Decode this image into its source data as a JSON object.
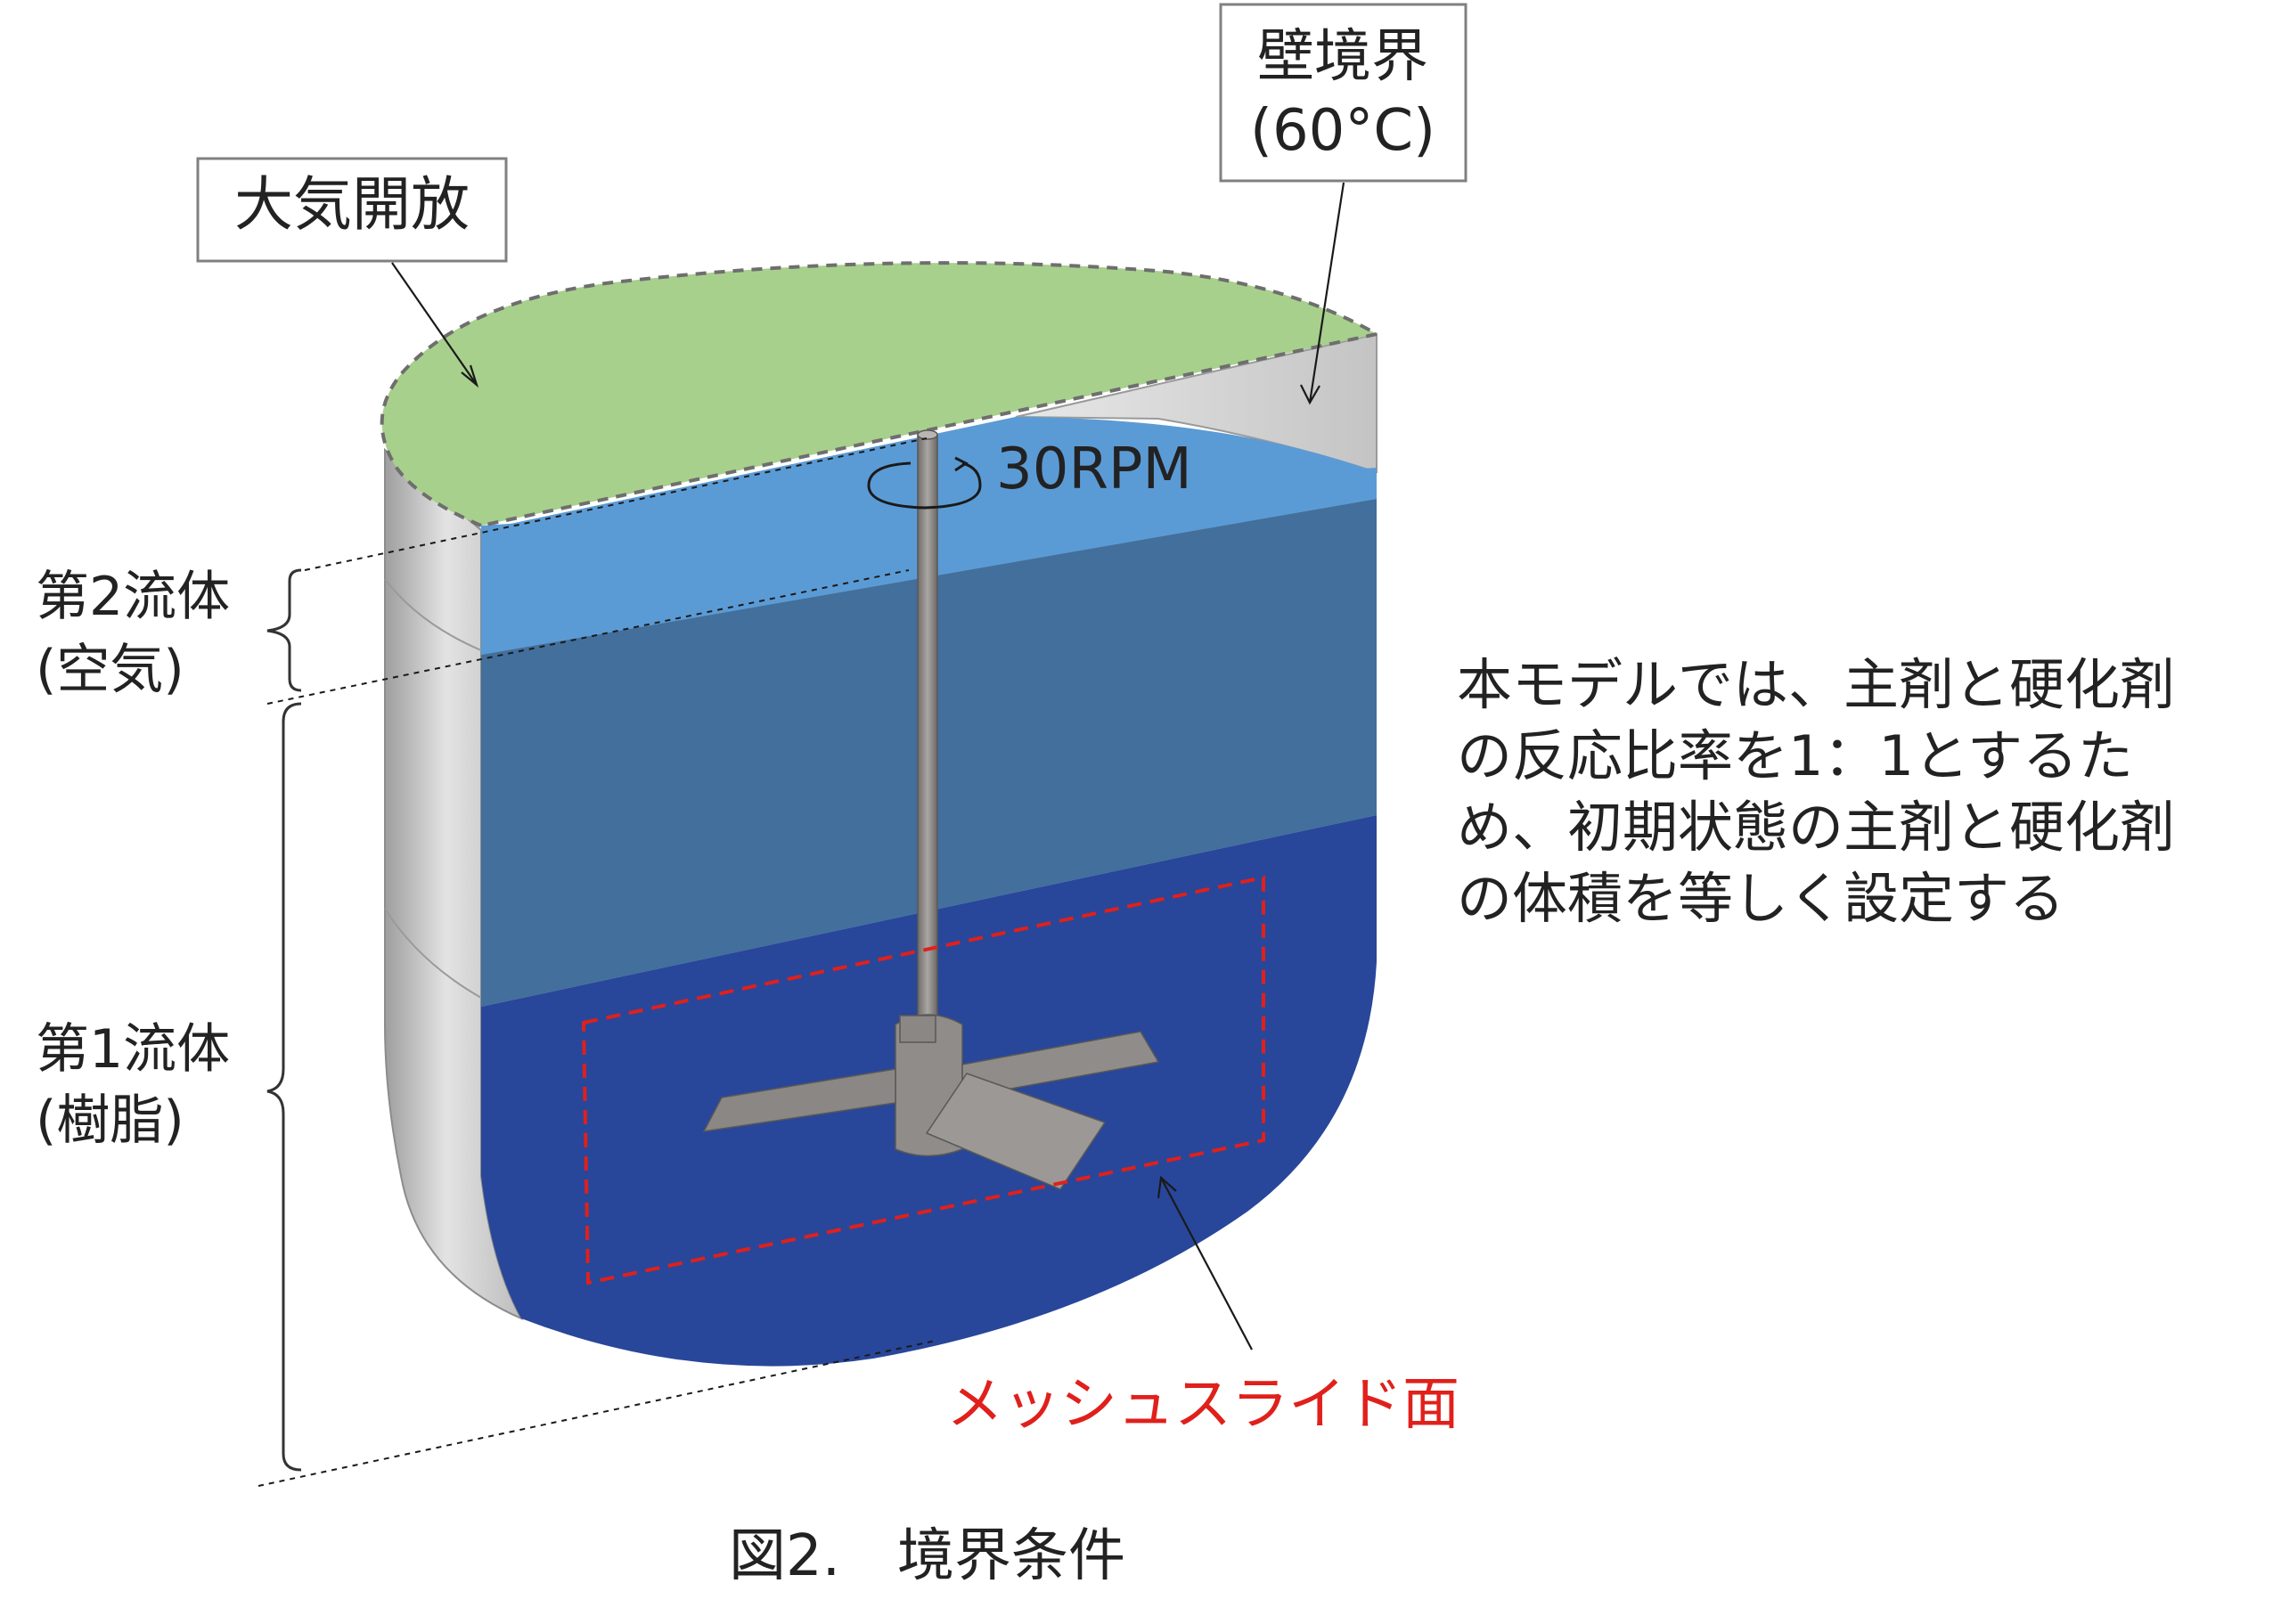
{
  "labels": {
    "atmosphere_open": "大気開放",
    "wall_boundary_line1": "壁境界",
    "wall_boundary_line2": "(60°C)",
    "rotation_speed": "30RPM",
    "fluid2_line1": "第2流体",
    "fluid2_line2": "(空気)",
    "fluid1_line1": "第1流体",
    "fluid1_line2": "(樹脂)",
    "mesh_slide_surface": "メッシュスライド面",
    "caption": "図2.　境界条件"
  },
  "note": {
    "lines": [
      "本モデルでは、主剤と硬化剤",
      "の反応比率を1：1とするた",
      "め、初期状態の主剤と硬化剤",
      "の体積を等しく設定する"
    ]
  },
  "colors": {
    "top_open_surface": "#a8d08d",
    "air_region": "#5b9bd5",
    "upper_resin_region": "#426f9c",
    "lower_resin_region": "#28479a",
    "tank_wall": "#cfcfcf",
    "mesh_slide_outline": "#e0201b",
    "mesh_slide_label": "#e0201b",
    "shaft_and_impeller": "#8a8785"
  },
  "icons": {
    "rotation": "rotation-arrow-icon"
  }
}
